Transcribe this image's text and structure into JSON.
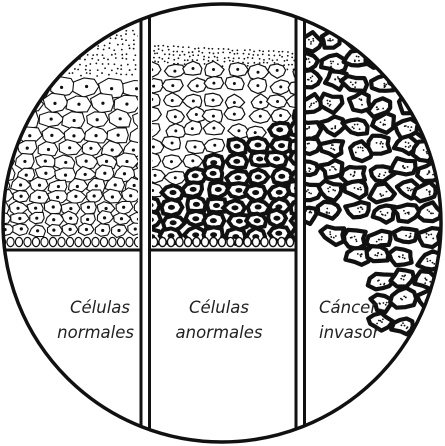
{
  "panels": [
    {
      "line1": "Células",
      "line2": "normales"
    },
    {
      "line1": "Células",
      "line2": "anormales"
    },
    {
      "line1": "Cáncer",
      "line2": "invasor"
    }
  ],
  "colors": {
    "ink": "#111111",
    "paper": "#ffffff",
    "text": "#222222"
  }
}
